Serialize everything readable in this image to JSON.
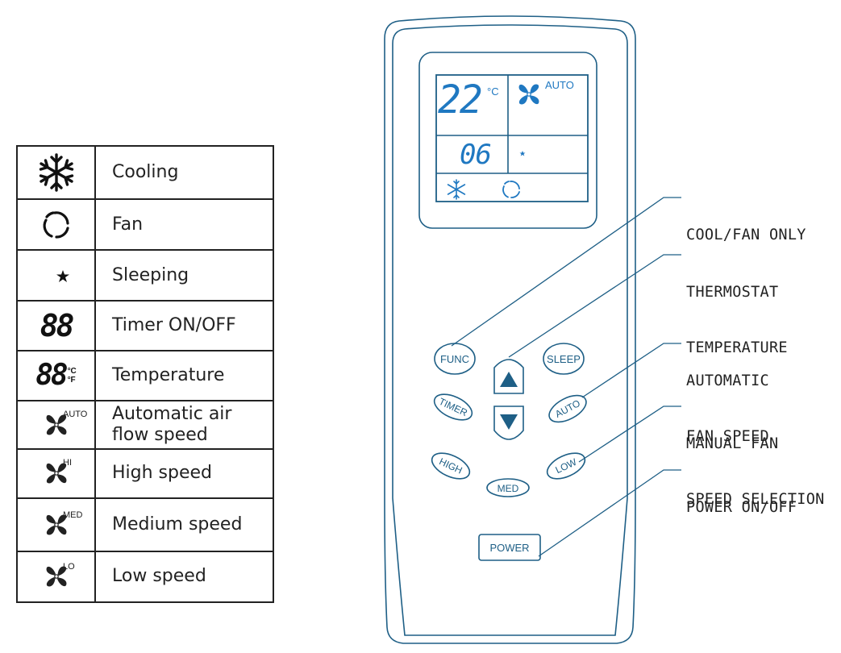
{
  "legend": {
    "rows": [
      {
        "icon": "snowflake-icon",
        "label": "Cooling"
      },
      {
        "icon": "fan-swirl-icon",
        "label": "Fan"
      },
      {
        "icon": "moon-star-icon",
        "label": "Sleeping"
      },
      {
        "icon": "segment-88-icon",
        "label": "Timer ON/OFF",
        "glyph": "88"
      },
      {
        "icon": "segment-88-degree-icon",
        "label": "Temperature",
        "glyph": "88",
        "unit_c": "°C",
        "unit_f": "°F"
      },
      {
        "icon": "fan-auto-icon",
        "label": "Automatic air flow speed",
        "tag": "AUTO"
      },
      {
        "icon": "fan-high-icon",
        "label": "High speed",
        "tag": "HI"
      },
      {
        "icon": "fan-med-icon",
        "label": "Medium speed",
        "tag": "MED"
      },
      {
        "icon": "fan-low-icon",
        "label": "Low speed",
        "tag": "LO"
      }
    ]
  },
  "remote": {
    "display": {
      "temperature": "22",
      "temp_unit": "°C",
      "fan_mode": "AUTO",
      "timer": "06"
    },
    "buttons": {
      "func": "FUNC",
      "sleep": "SLEEP",
      "timer": "TIMER",
      "auto": "AUTO",
      "high": "HIGH",
      "low": "LOW",
      "med": "MED",
      "power": "POWER"
    }
  },
  "callouts": {
    "cool_fan": "COOL/FAN ONLY",
    "thermostat_1": "THERMOSTAT",
    "thermostat_2": "TEMPERATURE",
    "auto_fan_1": "AUTOMATIC",
    "auto_fan_2": "FAN SPEED",
    "manual_fan_1": "MANUAL FAN",
    "manual_fan_2": "SPEED SELECTION",
    "power": "POWER ON/OFF"
  },
  "colors": {
    "remote_outline": "#1e5f86",
    "lcd_blue": "#1f78c1",
    "text_dark": "#222222"
  }
}
